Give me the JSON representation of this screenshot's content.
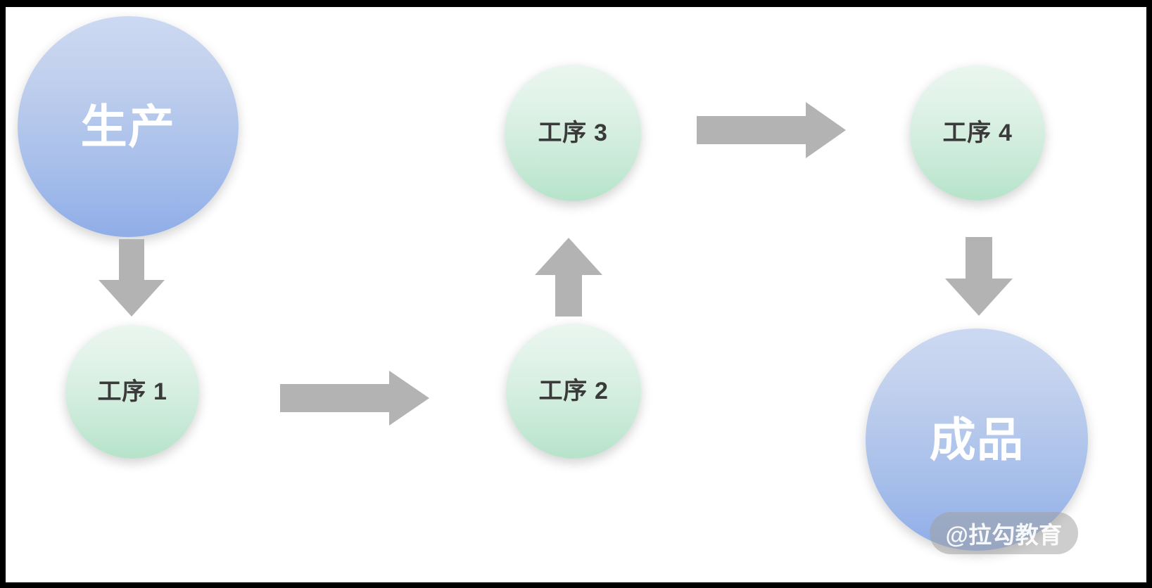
{
  "slide": {
    "background_color": "#ffffff",
    "letterbox_color": "#000000"
  },
  "palette": {
    "node_blue_top": "#ccd9f2",
    "node_blue_bottom": "#8fade8",
    "node_green_top": "#eaf6ef",
    "node_green_bottom": "#b6e3ca",
    "arrow_gray": "#b3b3b3",
    "green_label_text": "#3a3a3a",
    "blue_label_text": "#ffffff"
  },
  "nodes": {
    "production": {
      "label": "生产",
      "type": "blue-circle"
    },
    "step1": {
      "label": "工序 1",
      "type": "green-circle"
    },
    "step2": {
      "label": "工序 2",
      "type": "green-circle"
    },
    "step3": {
      "label": "工序 3",
      "type": "green-circle"
    },
    "step4": {
      "label": "工序 4",
      "type": "green-circle"
    },
    "finished": {
      "label": "成品",
      "type": "blue-circle"
    }
  },
  "arrows": [
    {
      "name": "production-to-step1",
      "direction": "down",
      "from": "生产",
      "to": "工序 1"
    },
    {
      "name": "step1-to-step2",
      "direction": "right",
      "from": "工序 1",
      "to": "工序 2"
    },
    {
      "name": "step2-to-step3",
      "direction": "up",
      "from": "工序 2",
      "to": "工序 3"
    },
    {
      "name": "step3-to-step4",
      "direction": "right",
      "from": "工序 3",
      "to": "工序 4"
    },
    {
      "name": "step4-to-finished",
      "direction": "down",
      "from": "工序 4",
      "to": "成品"
    }
  ],
  "watermark": {
    "text": "@拉勾教育"
  }
}
